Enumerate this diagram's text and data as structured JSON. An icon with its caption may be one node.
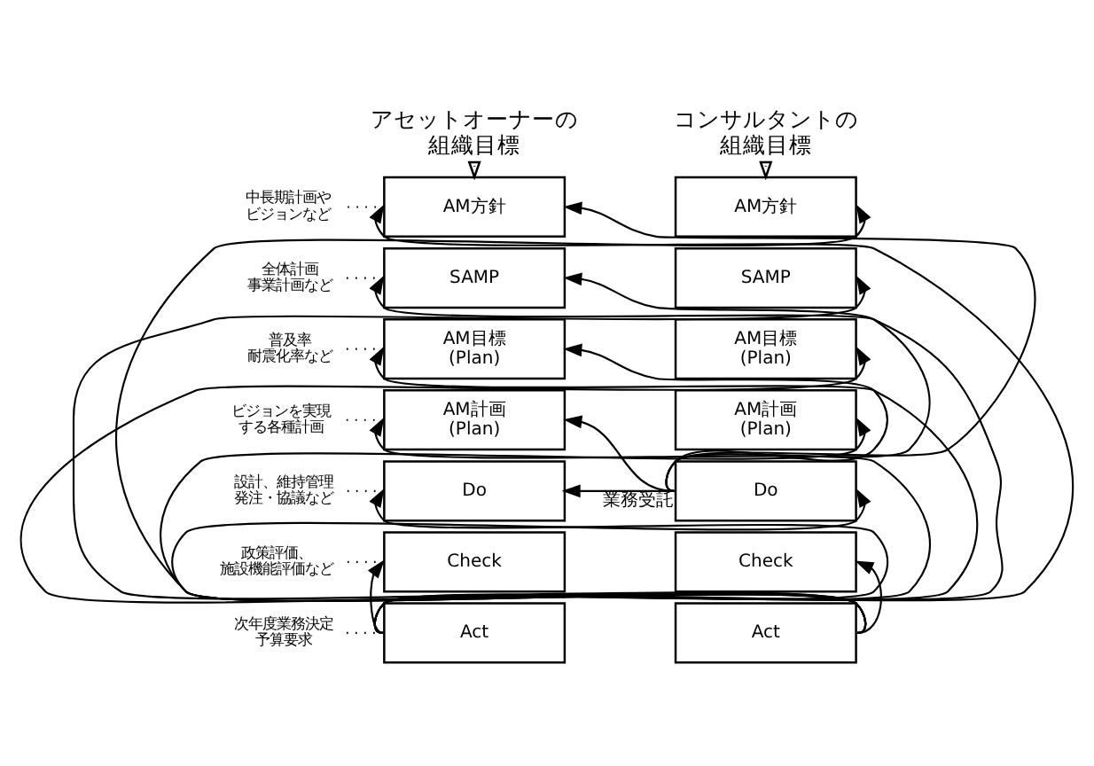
{
  "diagram": {
    "nodes": [
      {
        "text": [
          "AM方針"
        ]
      },
      {
        "text": [
          "SAMP"
        ]
      },
      {
        "text": [
          "AM目標 (Plan)"
        ]
      },
      {
        "text": [
          "AM計画 (Plan)"
        ]
      },
      {
        "text": [
          "Do"
        ]
      },
      {
        "text": [
          "Check"
        ]
      },
      {
        "text": [
          "Act"
        ]
      },
      {
        "text": [
          "AM方針"
        ]
      },
      {
        "text": [
          "SAMP"
        ]
      },
      {
        "text": [
          "AM目標 (Plan)"
        ]
      },
      {
        "text": [
          "AM計画 (Plan)"
        ]
      },
      {
        "text": [
          "Do"
        ]
      },
      {
        "text": [
          "Check"
        ]
      },
      {
        "text": [
          "Act"
        ]
      },
      {
        "text": [
          "アセットオーナーの組織目標"
        ]
      },
      {
        "text": [
          "コンサルタントの組織目標"
        ]
      },
      {
        "text": [
          "中長期計画やビジョンなど"
        ]
      },
      {
        "text": [
          "全体計画事業計画など"
        ]
      },
      {
        "text": [
          "普及率耐震化率など"
        ]
      },
      {
        "text": [
          "ビジョンを実現する各種計画"
        ]
      },
      {
        "text": [
          "設計、維持管理発注・協議など"
        ]
      },
      {
        "text": [
          "政策評価、施設機能評価など"
        ]
      },
      {
        "text": [
          "次年度業務決定予算要求"
        ]
      }
    ],
    "edges": [
      {
        "from": 14,
        "to": 0,
        "arrow": "to"
      },
      {
        "from": 15,
        "to": 7,
        "arrow": "to"
      },
      {
        "from": 16,
        "to": 0,
        "arrow": "none",
        "style": "dashed"
      },
      {
        "from": 17,
        "to": 1,
        "arrow": "none",
        "style": "dashed"
      },
      {
        "from": 18,
        "to": 2,
        "arrow": "none",
        "style": "dashed"
      },
      {
        "from": 19,
        "to": 3,
        "arrow": "none",
        "style": "dashed"
      },
      {
        "from": 20,
        "to": 4,
        "arrow": "none",
        "style": "dashed"
      },
      {
        "from": 21,
        "to": 5,
        "arrow": "none",
        "style": "dashed"
      },
      {
        "from": 22,
        "to": 6,
        "arrow": "none",
        "style": "dashed"
      },
      {
        "from": 6,
        "to": 0,
        "arrow": "to"
      },
      {
        "from": 6,
        "to": 1,
        "arrow": "to"
      },
      {
        "from": 6,
        "to": 2,
        "arrow": "to"
      },
      {
        "from": 6,
        "to": 3,
        "arrow": "to"
      },
      {
        "from": 6,
        "to": 4,
        "arrow": "to"
      },
      {
        "from": 6,
        "to": 5,
        "arrow": "to"
      },
      {
        "from": 11,
        "to": 0,
        "arrow": "to"
      },
      {
        "from": 11,
        "to": 1,
        "arrow": "to"
      },
      {
        "from": 11,
        "to": 2,
        "arrow": "to"
      },
      {
        "from": 11,
        "to": 3,
        "arrow": "to"
      },
      {
        "from": 11,
        "to": 4,
        "arrow": "to",
        "label": "業務受託"
      },
      {
        "from": 13,
        "to": 7,
        "arrow": "to"
      },
      {
        "from": 13,
        "to": 8,
        "arrow": "to"
      },
      {
        "from": 13,
        "to": 9,
        "arrow": "to"
      },
      {
        "from": 13,
        "to": 10,
        "arrow": "to"
      },
      {
        "from": 13,
        "to": 11,
        "arrow": "to"
      },
      {
        "from": 13,
        "to": 12,
        "arrow": "to"
      }
    ]
  }
}
